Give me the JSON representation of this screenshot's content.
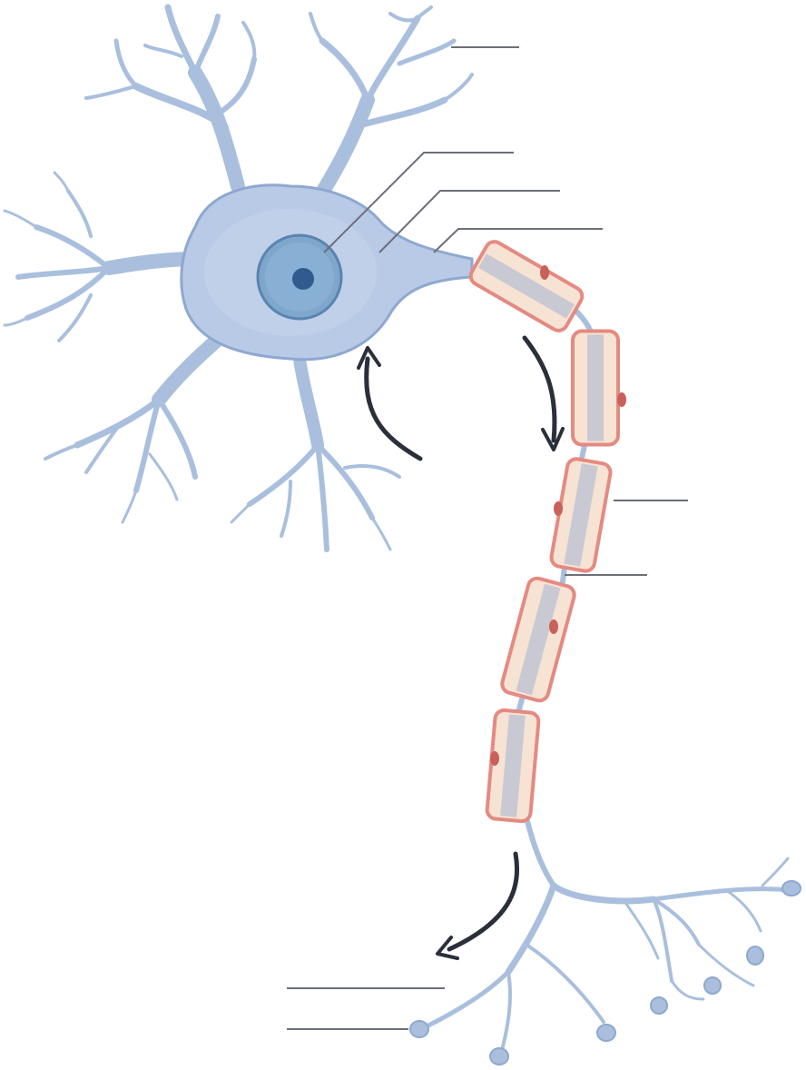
{
  "diagram": {
    "title": "",
    "subject": "neuron",
    "label_blanks": [
      {
        "target": "dendrites",
        "text": ""
      },
      {
        "target": "nucleus",
        "text": ""
      },
      {
        "target": "cell-body",
        "text": ""
      },
      {
        "target": "axon-hillock",
        "text": ""
      },
      {
        "target": "myelin-sheath",
        "text": ""
      },
      {
        "target": "node-of-ranvier",
        "text": ""
      },
      {
        "target": "axon-terminal-branch",
        "text": ""
      },
      {
        "target": "synaptic-terminal",
        "text": ""
      }
    ],
    "signal_arrows": [
      {
        "location": "cell-body",
        "direction": "toward-soma"
      },
      {
        "location": "axon",
        "direction": "down-axon"
      },
      {
        "location": "axon-terminals",
        "direction": "toward-terminals"
      }
    ]
  },
  "colors": {
    "membrane": "#a9bfdd",
    "membrane_stroke": "#8ea8cf",
    "soma_fill": "#b8cae6",
    "nucleus_outer": "#7fa7cc",
    "nucleus_ring": "#5a84b0",
    "nucleolus": "#2f5c8c",
    "myelin_outer": "#e48a82",
    "myelin_fill": "#f6e3d3",
    "axon_core": "#c9c9d3",
    "schwann_nucleus": "#c9605a",
    "arrow": "#2a2f3a",
    "leader_line": "#6b6f78"
  }
}
